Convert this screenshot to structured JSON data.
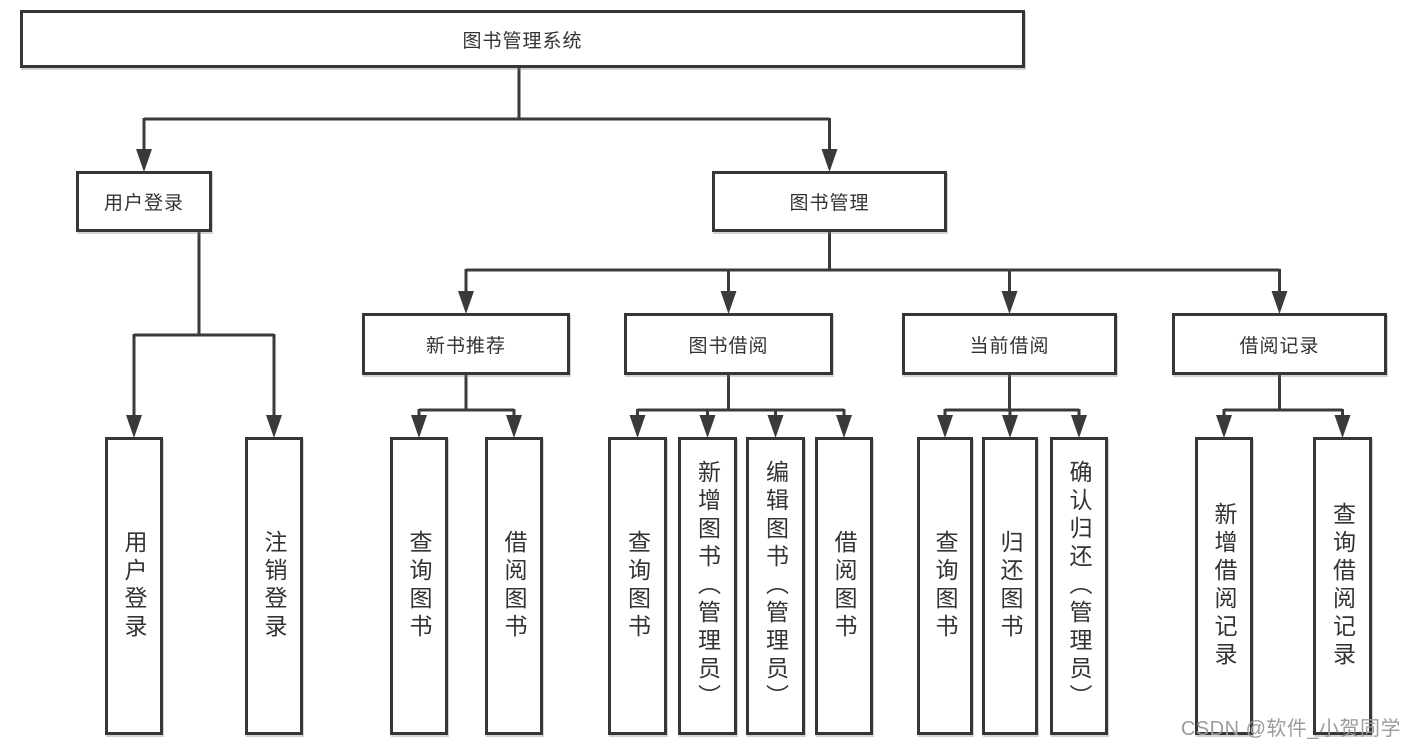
{
  "diagram": {
    "tree": {
      "id": "root",
      "label": "图书管理系统",
      "children": [
        {
          "id": "user-login",
          "label": "用户登录",
          "children": [
            {
              "id": "leaf-user-login",
              "label": "用户登录"
            },
            {
              "id": "leaf-logout",
              "label": "注销登录"
            }
          ]
        },
        {
          "id": "book-mgmt",
          "label": "图书管理",
          "children": [
            {
              "id": "new-book-rec",
              "label": "新书推荐",
              "children": [
                {
                  "id": "leaf-query-books-1",
                  "label": "查询图书"
                },
                {
                  "id": "leaf-borrow-books-1",
                  "label": "借阅图书"
                }
              ]
            },
            {
              "id": "book-borrow",
              "label": "图书借阅",
              "children": [
                {
                  "id": "leaf-query-books-2",
                  "label": "查询图书"
                },
                {
                  "id": "leaf-add-books",
                  "label": "新增图书（管理员）"
                },
                {
                  "id": "leaf-edit-books",
                  "label": "编辑图书（管理员）"
                },
                {
                  "id": "leaf-borrow-books-2",
                  "label": "借阅图书"
                }
              ]
            },
            {
              "id": "current-borrow",
              "label": "当前借阅",
              "children": [
                {
                  "id": "leaf-query-books-3",
                  "label": "查询图书"
                },
                {
                  "id": "leaf-return-books",
                  "label": "归还图书"
                },
                {
                  "id": "leaf-confirm-return",
                  "label": "确认归还（管理员）"
                }
              ]
            },
            {
              "id": "borrow-records",
              "label": "借阅记录",
              "children": [
                {
                  "id": "leaf-add-borrow-record",
                  "label": "新增借阅记录"
                },
                {
                  "id": "leaf-query-borrow-record",
                  "label": "查询借阅记录"
                }
              ]
            }
          ]
        }
      ]
    }
  },
  "watermark": {
    "text": "CSDN @软件_小贺同学"
  },
  "colors": {
    "line": "#3a3a3a",
    "box_border": "#363636",
    "text": "#333333",
    "watermark": "#9c9c9c",
    "background": "#ffffff"
  }
}
